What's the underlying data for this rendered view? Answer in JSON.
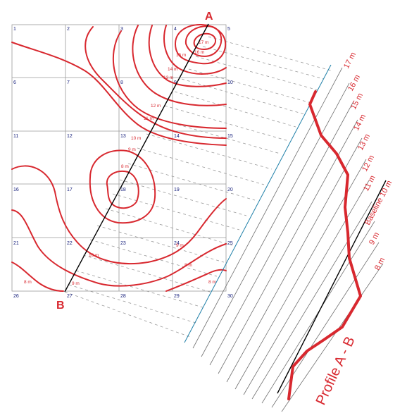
{
  "grid": {
    "cells": [
      "1",
      "2",
      "3",
      "4",
      "5",
      "6",
      "7",
      "8",
      "9",
      "10",
      "11",
      "12",
      "13",
      "14",
      "15",
      "16",
      "17",
      "18",
      "19",
      "20",
      "21",
      "22",
      "23",
      "24",
      "25",
      "26",
      "27",
      "28",
      "29",
      "30"
    ]
  },
  "points": {
    "a": "A",
    "b": "B"
  },
  "contour_labels": [
    "17 m",
    "16 m",
    "15 m",
    "14 m",
    "13 m",
    "12 m",
    "11 m",
    "10 m",
    "9 m",
    "8 m",
    "8 m",
    "10 m",
    "9 m",
    "8 m",
    "8 m",
    "9 m"
  ],
  "profile": {
    "title": "Profile A - B",
    "levels": [
      "17 m",
      "16 m",
      "15 m",
      "14 m",
      "13 m",
      "12 m",
      "11 m",
      "Baseline 10 m",
      "9 m",
      "8 m"
    ]
  },
  "colors": {
    "contour": "#d8282f",
    "grid": "#9a9a9a",
    "baseline": "#1e7fa8",
    "section": "#000000",
    "cell_numbers": "#1a237e"
  }
}
